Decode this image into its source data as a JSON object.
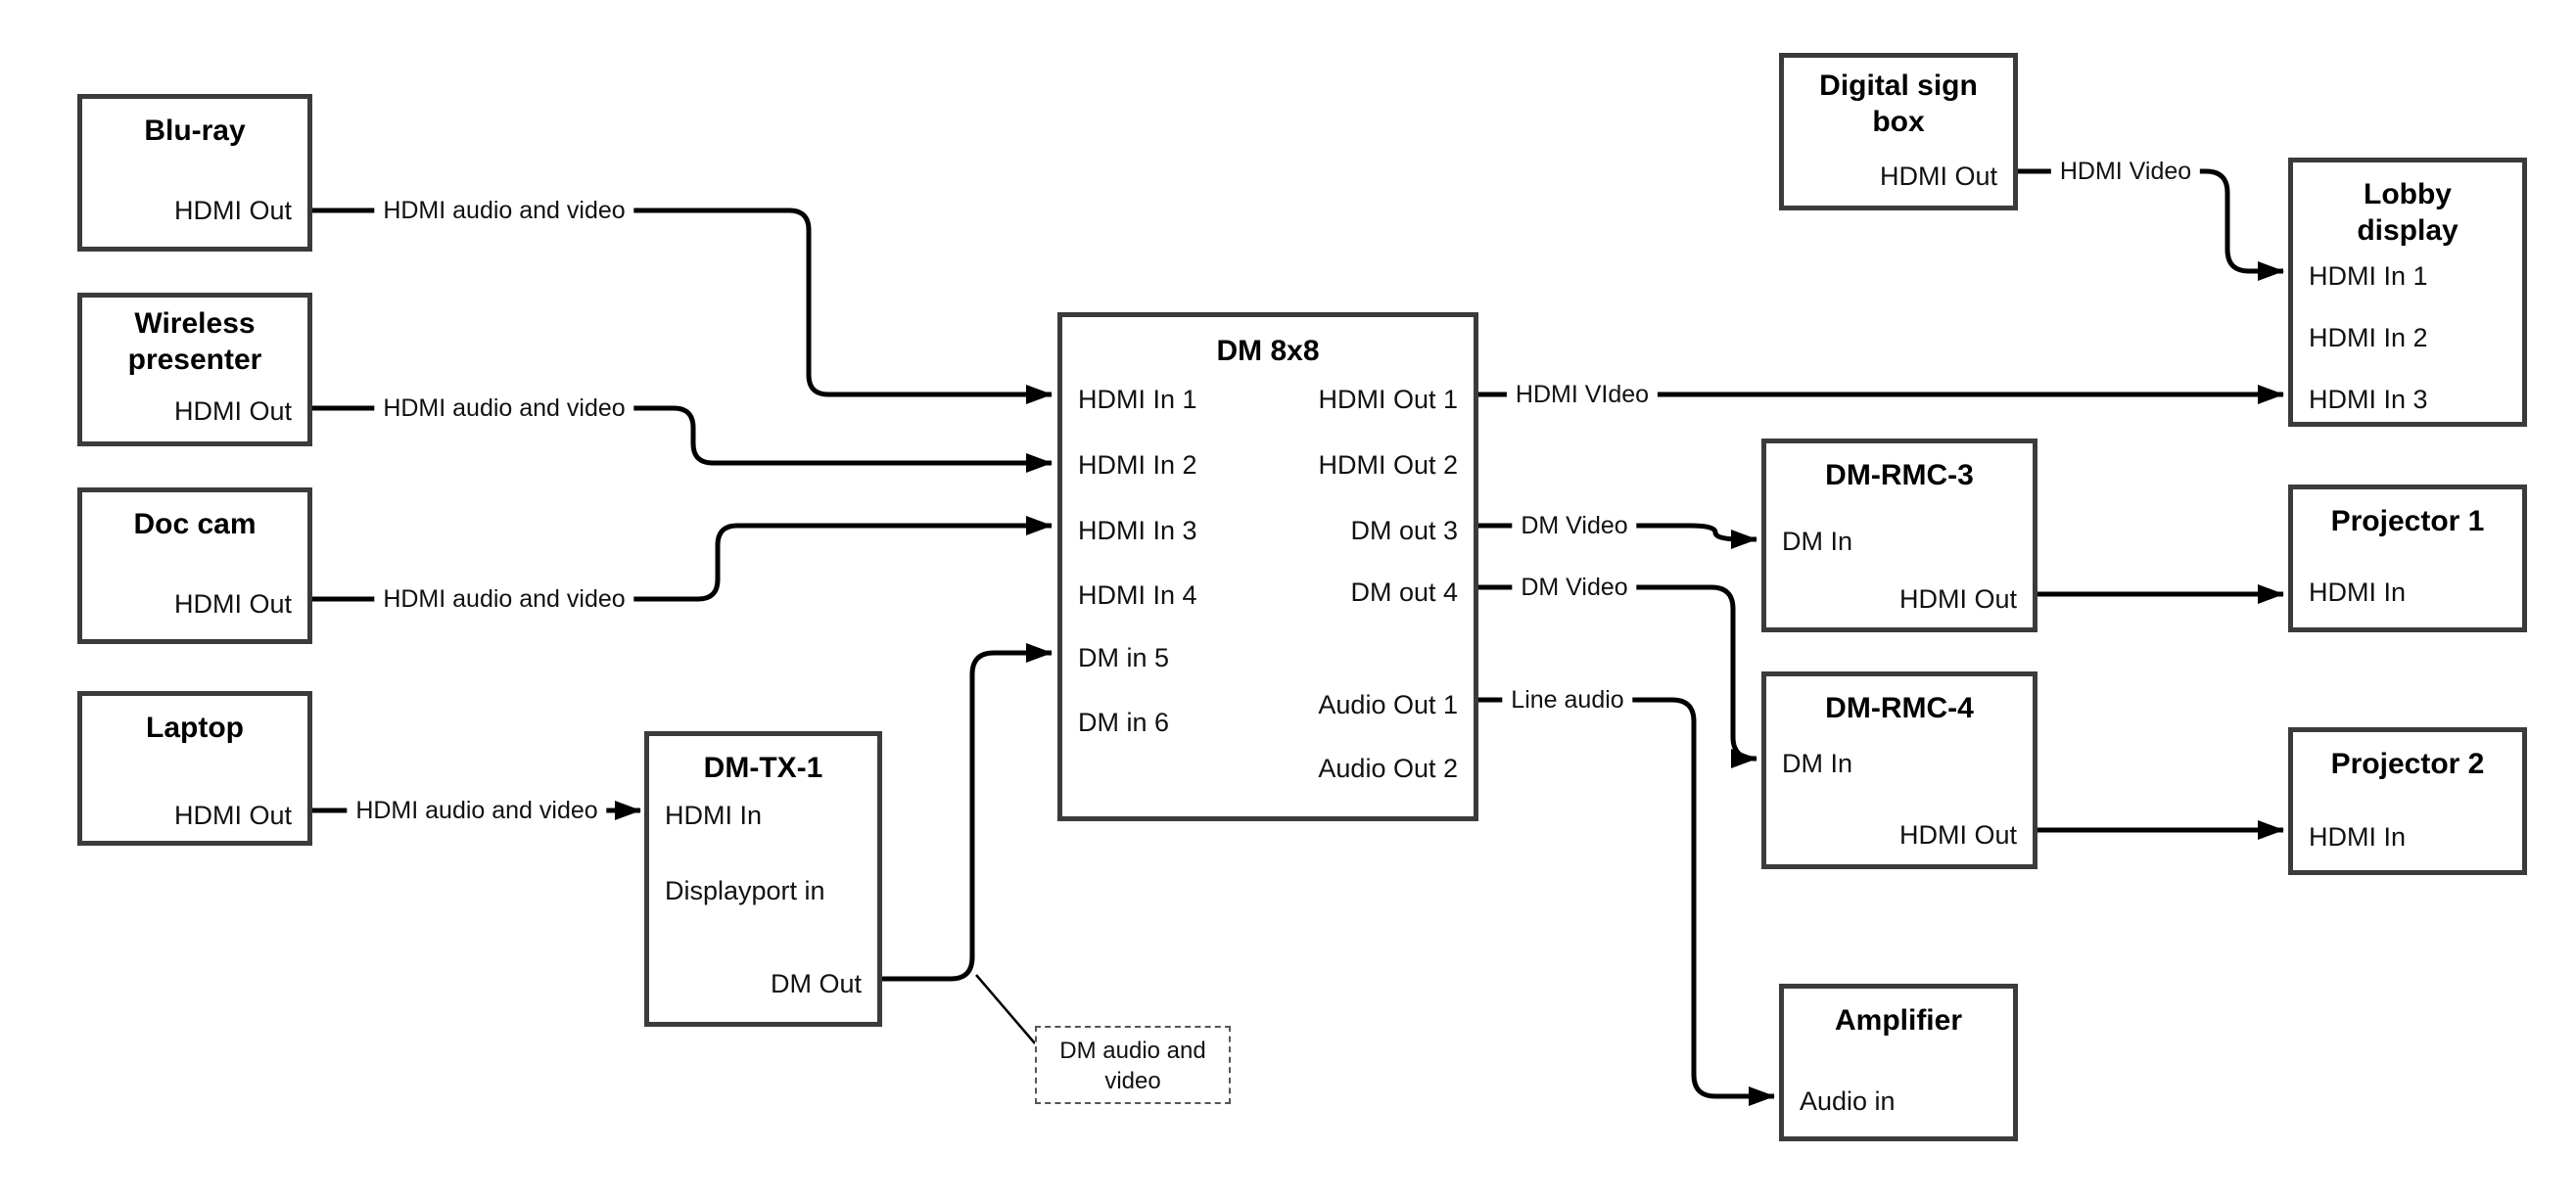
{
  "nodes": {
    "bluray": {
      "title": "Blu-ray",
      "ports": {
        "hdmi_out": "HDMI Out"
      }
    },
    "wireless_presenter": {
      "title": "Wireless\npresenter",
      "ports": {
        "hdmi_out": "HDMI Out"
      }
    },
    "doc_cam": {
      "title": "Doc cam",
      "ports": {
        "hdmi_out": "HDMI Out"
      }
    },
    "laptop": {
      "title": "Laptop",
      "ports": {
        "hdmi_out": "HDMI Out"
      }
    },
    "dm_tx_1": {
      "title": "DM-TX-1",
      "ports": {
        "hdmi_in": "HDMI In",
        "displayport_in": "Displayport in",
        "dm_out": "DM Out"
      }
    },
    "dm_8x8": {
      "title": "DM 8x8",
      "ports": {
        "hdmi_in_1": "HDMI In 1",
        "hdmi_in_2": "HDMI In 2",
        "hdmi_in_3": "HDMI In 3",
        "hdmi_in_4": "HDMI In 4",
        "dm_in_5": "DM in 5",
        "dm_in_6": "DM in 6",
        "hdmi_out_1": "HDMI Out 1",
        "hdmi_out_2": "HDMI Out 2",
        "dm_out_3": "DM out 3",
        "dm_out_4": "DM out 4",
        "audio_out_1": "Audio Out 1",
        "audio_out_2": "Audio Out 2"
      }
    },
    "digital_sign_box": {
      "title": "Digital sign\nbox",
      "ports": {
        "hdmi_out": "HDMI Out"
      }
    },
    "lobby_display": {
      "title": "Lobby\ndisplay",
      "ports": {
        "hdmi_in_1": "HDMI In 1",
        "hdmi_in_2": "HDMI In 2",
        "hdmi_in_3": "HDMI In 3"
      }
    },
    "dm_rmc_3": {
      "title": "DM-RMC-3",
      "ports": {
        "dm_in": "DM In",
        "hdmi_out": "HDMI Out"
      }
    },
    "projector_1": {
      "title": "Projector 1",
      "ports": {
        "hdmi_in": "HDMI In"
      }
    },
    "dm_rmc_4": {
      "title": "DM-RMC-4",
      "ports": {
        "dm_in": "DM In",
        "hdmi_out": "HDMI Out"
      }
    },
    "projector_2": {
      "title": "Projector 2",
      "ports": {
        "hdmi_in": "HDMI In"
      }
    },
    "amplifier": {
      "title": "Amplifier",
      "ports": {
        "audio_in": "Audio in"
      }
    }
  },
  "connections": {
    "c1": {
      "from": "Blu-ray HDMI Out",
      "to": "DM 8x8 HDMI In 1",
      "label": "HDMI audio and video"
    },
    "c2": {
      "from": "Wireless presenter HDMI Out",
      "to": "DM 8x8 HDMI In 2",
      "label": "HDMI audio and video"
    },
    "c3": {
      "from": "Doc cam HDMI Out",
      "to": "DM 8x8 HDMI In 3",
      "label": "HDMI audio and video"
    },
    "c4": {
      "from": "Laptop HDMI Out",
      "to": "DM-TX-1 HDMI In",
      "label": "HDMI audio and video"
    },
    "c5": {
      "from": "DM-TX-1 DM Out",
      "to": "DM 8x8 DM in 5",
      "label": ""
    },
    "c6": {
      "from": "DM 8x8 HDMI Out 1",
      "to": "Lobby display HDMI In 3",
      "label": "HDMI VIdeo"
    },
    "c7": {
      "from": "DM 8x8 DM out 3",
      "to": "DM-RMC-3 DM In",
      "label": "DM Video"
    },
    "c8": {
      "from": "DM 8x8 DM out 4",
      "to": "DM-RMC-4 DM In",
      "label": "DM Video"
    },
    "c9": {
      "from": "DM 8x8 Audio Out 1",
      "to": "Amplifier Audio in",
      "label": "Line audio"
    },
    "c10": {
      "from": "Digital sign box HDMI Out",
      "to": "Lobby display HDMI In 1",
      "label": "HDMI Video"
    },
    "c11": {
      "from": "DM-RMC-3 HDMI Out",
      "to": "Projector 1 HDMI In",
      "label": ""
    },
    "c12": {
      "from": "DM-RMC-4 HDMI Out",
      "to": "Projector 2 HDMI In",
      "label": ""
    }
  },
  "callout": {
    "text": "DM audio and\nvideo"
  },
  "colors": {
    "wire": "#000000",
    "box_border": "#3b3b3b",
    "text": "#111111",
    "background": "#ffffff"
  }
}
